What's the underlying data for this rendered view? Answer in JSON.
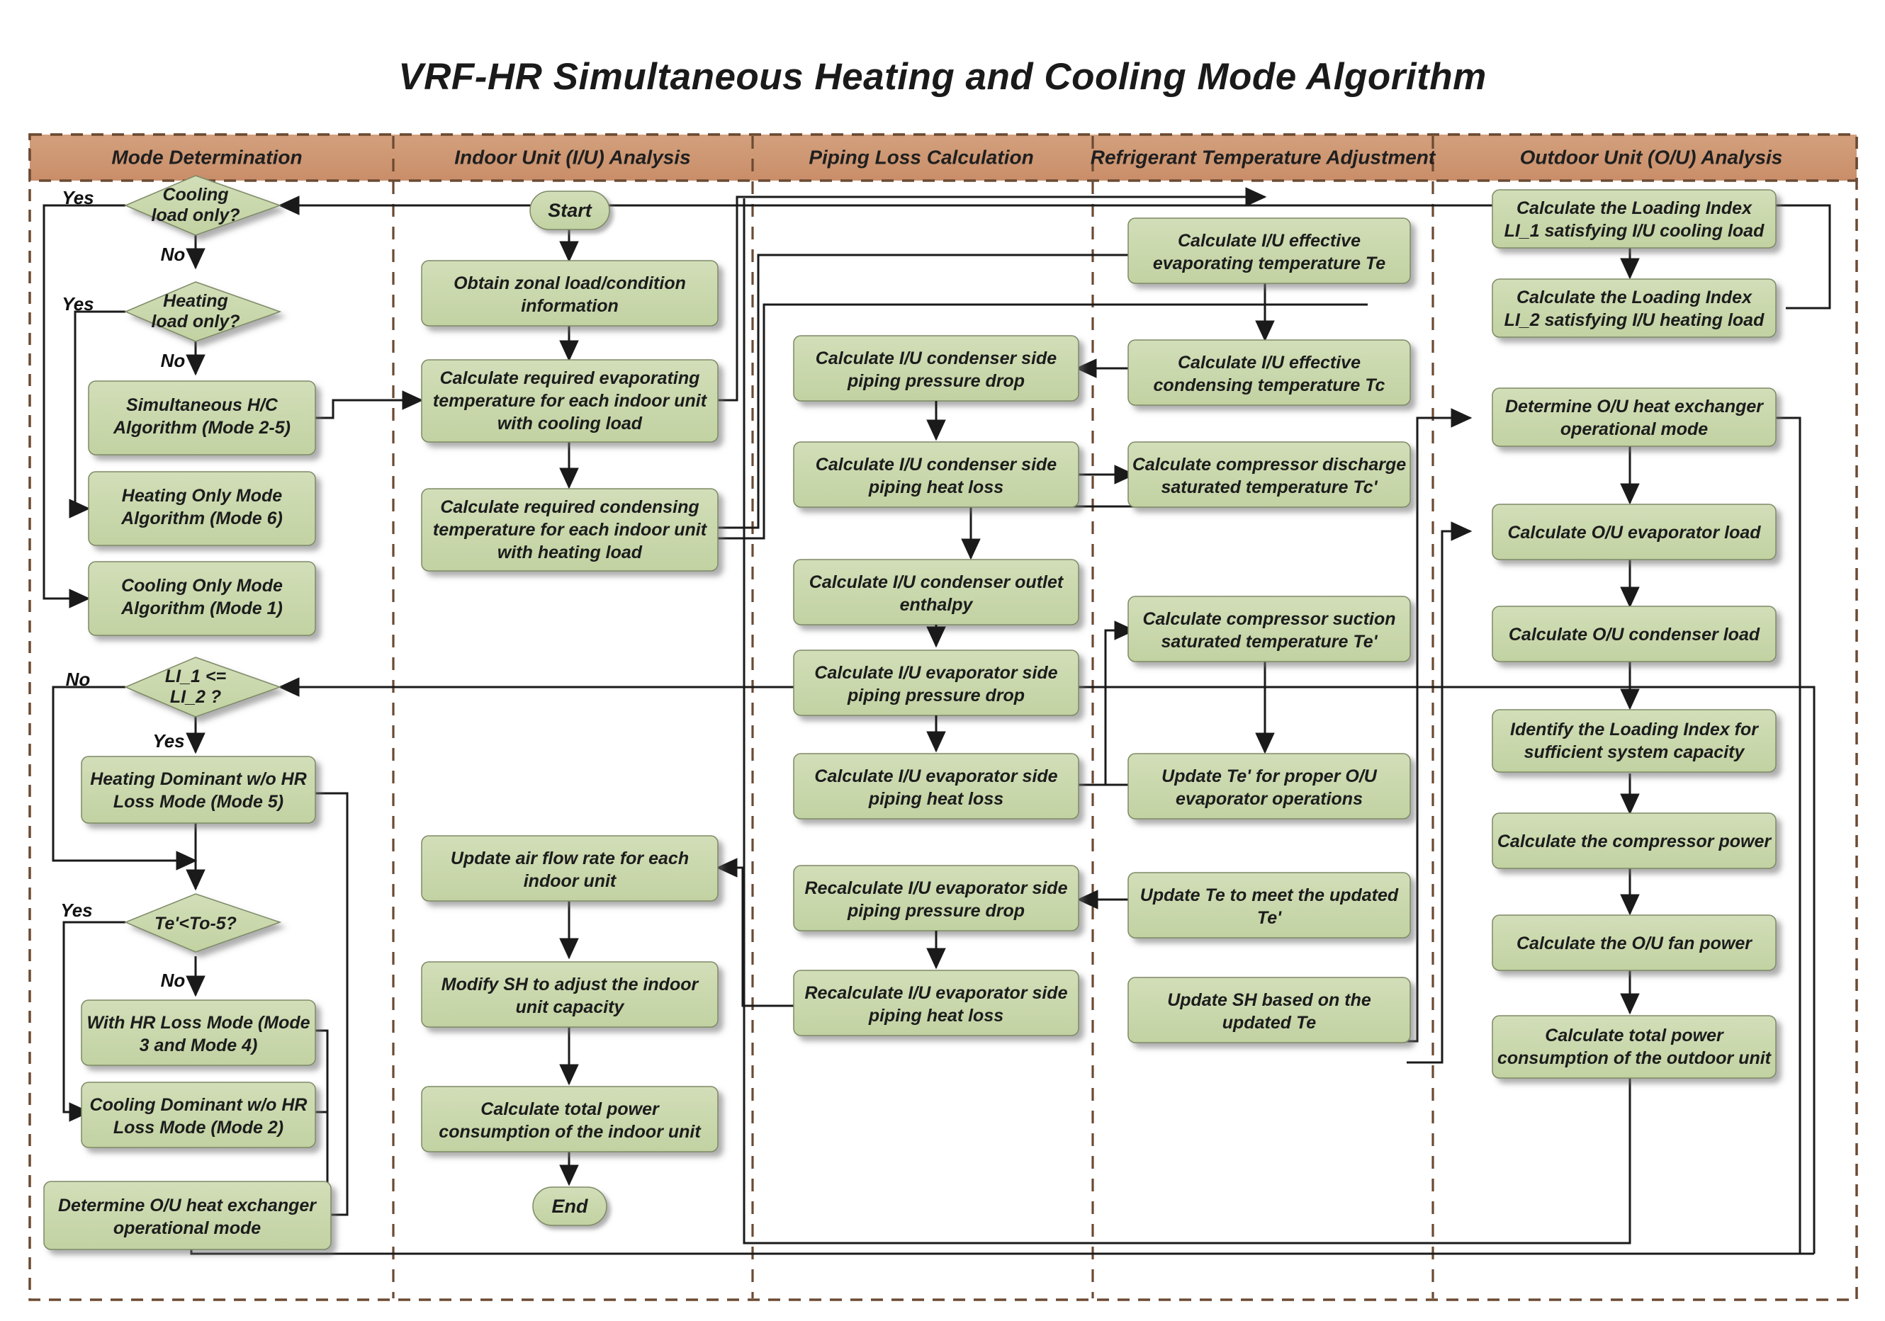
{
  "title": "VRF-HR Simultaneous Heating and Cooling Mode Algorithm",
  "colors": {
    "header_band": "#CE9672",
    "node_fill": "#CBD9AD",
    "node_stroke": "#7E8A66",
    "lane_divider": "#6B4A32",
    "connector": "#1A1A1A",
    "background": "#FFFFFF"
  },
  "lanes": [
    {
      "id": "mode-determination",
      "header": "Mode Determination"
    },
    {
      "id": "indoor-unit-analysis",
      "header": "Indoor Unit (I/U) Analysis"
    },
    {
      "id": "piping-loss-calculation",
      "header": "Piping Loss Calculation"
    },
    {
      "id": "refrigerant-temperature-adjustment",
      "header": "Refrigerant Temperature Adjustment"
    },
    {
      "id": "outdoor-unit-analysis",
      "header": "Outdoor Unit (O/U) Analysis"
    }
  ],
  "nodes": {
    "c1": [
      {
        "id": "cooling-load-only",
        "shape": "decision",
        "lines": [
          "Cooling",
          "load only?"
        ]
      },
      {
        "id": "heating-load-only",
        "shape": "decision",
        "lines": [
          "Heating",
          "load only?"
        ]
      },
      {
        "id": "simultaneous-hc-algorithm",
        "shape": "process",
        "lines": [
          "Simultaneous H/C",
          "Algorithm (Mode 2-5)"
        ]
      },
      {
        "id": "heating-only-mode-algorithm",
        "shape": "process",
        "lines": [
          "Heating Only Mode",
          "Algorithm (Mode 6)"
        ]
      },
      {
        "id": "cooling-only-mode-algorithm",
        "shape": "process",
        "lines": [
          "Cooling Only Mode",
          "Algorithm (Mode 1)"
        ]
      },
      {
        "id": "li1-le-li2",
        "shape": "decision",
        "lines": [
          "LI_1 <=",
          "LI_2 ?"
        ]
      },
      {
        "id": "heating-dominant-wo-hr-loss",
        "shape": "process",
        "lines": [
          "Heating Dominant w/o HR",
          "Loss Mode (Mode 5)"
        ]
      },
      {
        "id": "te-lt-to-minus-5",
        "shape": "decision",
        "lines": [
          "Te'<To-5?"
        ]
      },
      {
        "id": "with-hr-loss-mode",
        "shape": "process",
        "lines": [
          "With HR Loss Mode (Mode",
          "3 and Mode 4)"
        ]
      },
      {
        "id": "cooling-dominant-wo-hr-loss",
        "shape": "process",
        "lines": [
          "Cooling Dominant w/o HR",
          "Loss Mode (Mode 2)"
        ]
      },
      {
        "id": "determine-ou-hx-mode-c1",
        "shape": "process",
        "lines": [
          "Determine O/U heat exchanger",
          "operational mode"
        ]
      }
    ],
    "c2": [
      {
        "id": "start",
        "shape": "terminator",
        "lines": [
          "Start"
        ]
      },
      {
        "id": "obtain-zonal-load",
        "shape": "process",
        "lines": [
          "Obtain zonal load/condition",
          "information"
        ]
      },
      {
        "id": "calc-required-evaporating-temp",
        "shape": "process",
        "lines": [
          "Calculate required evaporating",
          "temperature for each indoor unit",
          "with cooling load"
        ]
      },
      {
        "id": "calc-required-condensing-temp",
        "shape": "process",
        "lines": [
          "Calculate required condensing",
          "temperature for each indoor unit",
          "with heating load"
        ]
      },
      {
        "id": "update-air-flow-rate",
        "shape": "process",
        "lines": [
          "Update air flow rate for each",
          "indoor unit"
        ]
      },
      {
        "id": "modify-sh-adjust-capacity",
        "shape": "process",
        "lines": [
          "Modify SH to adjust the indoor",
          "unit capacity"
        ]
      },
      {
        "id": "calc-total-power-indoor",
        "shape": "process",
        "lines": [
          "Calculate total power",
          "consumption of the indoor unit"
        ]
      },
      {
        "id": "end",
        "shape": "terminator",
        "lines": [
          "End"
        ]
      }
    ],
    "c3": [
      {
        "id": "calc-iu-cond-side-pressure-drop",
        "shape": "process",
        "lines": [
          "Calculate I/U condenser side",
          "piping pressure drop"
        ]
      },
      {
        "id": "calc-iu-cond-side-heat-loss",
        "shape": "process",
        "lines": [
          "Calculate I/U condenser side",
          "piping heat loss"
        ]
      },
      {
        "id": "calc-iu-cond-outlet-enthalpy",
        "shape": "process",
        "lines": [
          "Calculate I/U condenser outlet",
          "enthalpy"
        ]
      },
      {
        "id": "calc-iu-evap-side-pressure-drop",
        "shape": "process",
        "lines": [
          "Calculate I/U evaporator side",
          "piping pressure drop"
        ]
      },
      {
        "id": "calc-iu-evap-side-heat-loss",
        "shape": "process",
        "lines": [
          "Calculate I/U evaporator side",
          "piping heat loss"
        ]
      },
      {
        "id": "recalc-iu-evap-side-pressure-drop",
        "shape": "process",
        "lines": [
          "Recalculate I/U evaporator side",
          "piping pressure drop"
        ]
      },
      {
        "id": "recalc-iu-evap-side-heat-loss",
        "shape": "process",
        "lines": [
          "Recalculate I/U evaporator side",
          "piping heat loss"
        ]
      }
    ],
    "c4": [
      {
        "id": "calc-iu-effective-evaporating-te",
        "shape": "process",
        "lines": [
          "Calculate I/U effective",
          "evaporating temperature Te"
        ]
      },
      {
        "id": "calc-iu-effective-condensing-tc",
        "shape": "process",
        "lines": [
          "Calculate I/U effective",
          "condensing temperature Tc"
        ]
      },
      {
        "id": "calc-compressor-discharge-tc",
        "shape": "process",
        "lines": [
          "Calculate compressor discharge",
          "saturated temperature Tc'"
        ]
      },
      {
        "id": "calc-compressor-suction-te",
        "shape": "process",
        "lines": [
          "Calculate compressor suction",
          "saturated temperature Te'"
        ]
      },
      {
        "id": "update-te-prime-for-ou-evap",
        "shape": "process",
        "lines": [
          "Update Te' for proper O/U",
          "evaporator operations"
        ]
      },
      {
        "id": "update-te-to-meet-te-prime",
        "shape": "process",
        "lines": [
          "Update Te to meet the updated",
          "Te'"
        ]
      },
      {
        "id": "update-sh-based-on-te",
        "shape": "process",
        "lines": [
          "Update SH based on the",
          "updated Te"
        ]
      }
    ],
    "c5": [
      {
        "id": "calc-loading-index-li1",
        "shape": "process",
        "lines": [
          "Calculate the Loading Index",
          "LI_1 satisfying I/U cooling load"
        ]
      },
      {
        "id": "calc-loading-index-li2",
        "shape": "process",
        "lines": [
          "Calculate the Loading Index",
          "LI_2 satisfying I/U heating load"
        ]
      },
      {
        "id": "determine-ou-hx-mode-c5",
        "shape": "process",
        "lines": [
          "Determine O/U heat exchanger",
          "operational mode"
        ]
      },
      {
        "id": "calc-ou-evaporator-load",
        "shape": "process",
        "lines": [
          "Calculate O/U evaporator load"
        ]
      },
      {
        "id": "calc-ou-condenser-load",
        "shape": "process",
        "lines": [
          "Calculate O/U condenser load"
        ]
      },
      {
        "id": "identify-loading-index-capacity",
        "shape": "process",
        "lines": [
          "Identify the Loading Index for",
          "sufficient system capacity"
        ]
      },
      {
        "id": "calc-compressor-power",
        "shape": "process",
        "lines": [
          "Calculate the compressor power"
        ]
      },
      {
        "id": "calc-ou-fan-power",
        "shape": "process",
        "lines": [
          "Calculate the O/U fan power"
        ]
      },
      {
        "id": "calc-total-power-outdoor",
        "shape": "process",
        "lines": [
          "Calculate total power",
          "consumption of the outdoor unit"
        ]
      }
    ]
  },
  "edge_labels": [
    {
      "id": "cooling-yes",
      "text": "Yes"
    },
    {
      "id": "cooling-no",
      "text": "No"
    },
    {
      "id": "heating-yes",
      "text": "Yes"
    },
    {
      "id": "heating-no",
      "text": "No"
    },
    {
      "id": "li-no",
      "text": "No"
    },
    {
      "id": "li-yes",
      "text": "Yes"
    },
    {
      "id": "te-yes",
      "text": "Yes"
    },
    {
      "id": "te-no",
      "text": "No"
    }
  ]
}
